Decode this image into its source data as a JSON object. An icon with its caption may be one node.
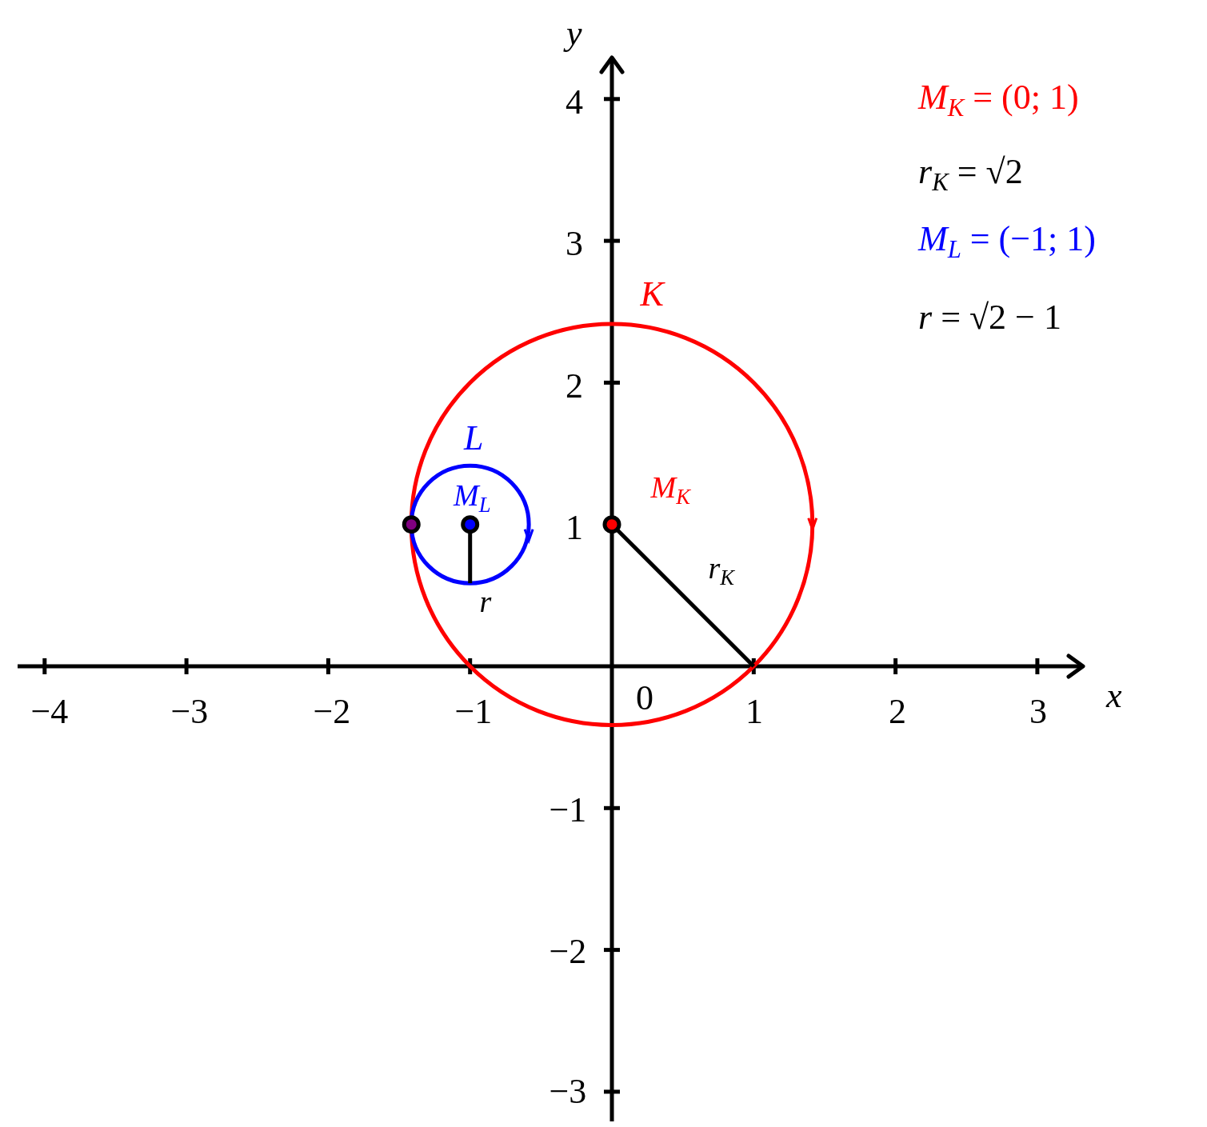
{
  "diagram": {
    "labels": [
      "y",
      "4",
      "*M*$_{K}$ = (0; 1)",
      "*r*$_{K}$ = √2",
      "3",
      "*M*$_{L}$ = (−1; 1)",
      "K",
      "*r* = √2 − 1",
      "2",
      "L",
      "M$_{L}$",
      "M$_{K}$",
      "1",
      "r$_{K}$",
      "r",
      "−4",
      "−3",
      "−2",
      "−1",
      "0",
      "1",
      "2",
      "3",
      "x",
      "−1",
      "−2",
      "−3"
    ]
  }
}
